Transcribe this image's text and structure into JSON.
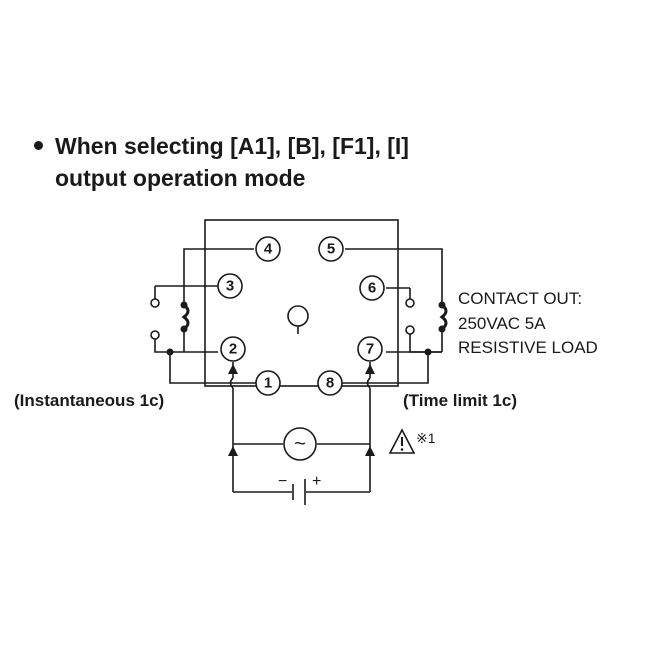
{
  "heading": {
    "line1": "When selecting [A1], [B], [F1], [I]",
    "line2": "output operation mode"
  },
  "terminals": [
    "1",
    "2",
    "3",
    "4",
    "5",
    "6",
    "7",
    "8"
  ],
  "labels": {
    "instantaneous": "(Instantaneous 1c)",
    "time_limit": "(Time limit 1c)",
    "contact_line1": "CONTACT OUT:",
    "contact_line2": "250VAC 5A",
    "contact_line3": "RESISTIVE LOAD",
    "note": "※1",
    "dc_minus": "−",
    "dc_plus": "+",
    "ac_symbol": "~"
  },
  "icons": [
    "warning-triangle-icon",
    "ac-source-icon",
    "dc-battery-icon",
    "relay-contact-icon",
    "socket-key-icon"
  ]
}
